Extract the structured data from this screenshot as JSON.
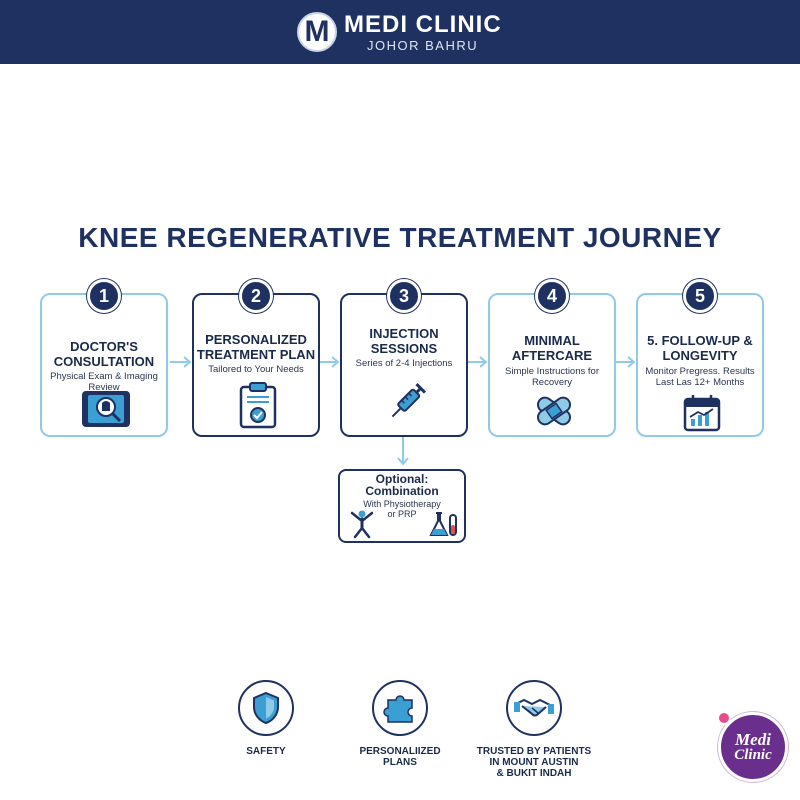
{
  "header": {
    "logo_letter": "M",
    "brand": "MEDI CLINIC",
    "location": "JOHOR BAHRU"
  },
  "title": "KNEE REGENERATIVE TREATMENT JOURNEY",
  "steps": [
    {
      "number": "1",
      "title_line1": "DOCTOR'S",
      "title_line2": "CONSULTATION",
      "sub_line1": "Physical Exam & Imaging Review",
      "sub_line2": "",
      "icon": "tablet-xray-magnifier-icon"
    },
    {
      "number": "2",
      "title_line1": "PERSONALIZED",
      "title_line2": "TREATMENT PLAN",
      "sub_line1": "Tailored to Your Needs",
      "sub_line2": "",
      "icon": "clipboard-check-icon"
    },
    {
      "number": "3",
      "title_line1": "INJECTION",
      "title_line2": "SESSIONS",
      "sub_line1": "Series of 2-4 Injections",
      "sub_line2": "",
      "icon": "syringe-icon"
    },
    {
      "number": "4",
      "title_line1": "MINIMAL",
      "title_line2": "AFTERCARE",
      "sub_line1": "Simple Instructions for",
      "sub_line2": "Recovery",
      "icon": "bandage-icon"
    },
    {
      "number": "5",
      "title_line1": "5. FOLLOW-UP &",
      "title_line2": "LONGEVITY",
      "sub_line1": "Monitor Pregress. Results",
      "sub_line2": "Last Las 12+ Months",
      "icon": "calendar-chart-icon"
    }
  ],
  "optional": {
    "title_line1": "Optional:",
    "title_line2": "Combination",
    "sub_line1": "With Physiotherapy",
    "sub_line2": "or PRP"
  },
  "features": [
    {
      "label_line1": "SAFETY",
      "label_line2": "",
      "label_line3": "",
      "icon": "shield-icon"
    },
    {
      "label_line1": "PERSONALIIZED",
      "label_line2": "PLANS",
      "label_line3": "",
      "icon": "puzzle-icon"
    },
    {
      "label_line1": "TRUSTED BY PATIENTS",
      "label_line2": "IN MOUNT AUSTIN",
      "label_line3": "& BUKIT INDAH",
      "icon": "handshake-icon"
    }
  ],
  "badge": {
    "line1": "Medi",
    "line2": "Clinic"
  },
  "colors": {
    "navy": "#1f3160",
    "light_blue": "#8fcbe6",
    "accent_blue": "#3b9fd4",
    "purple": "#6a2e8c"
  }
}
